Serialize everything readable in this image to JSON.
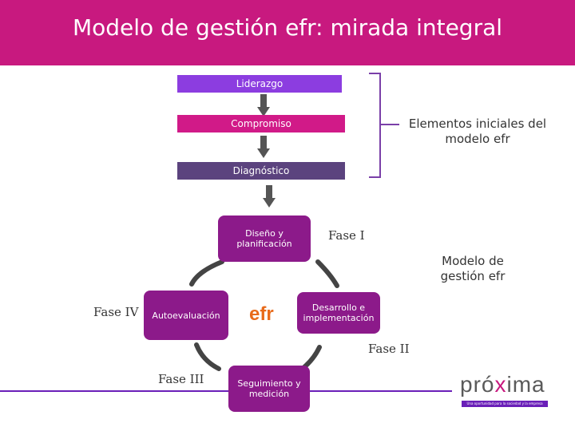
{
  "header": {
    "title": "Modelo de gestión efr: mirada integral"
  },
  "stack": [
    {
      "label": "Liderazgo",
      "color": "#8c3de0"
    },
    {
      "label": "Compromiso",
      "color": "#d11a88"
    },
    {
      "label": "Diagnóstico",
      "color": "#5b437e"
    }
  ],
  "bracket_label": "Elementos iniciales del modelo efr",
  "cycle": {
    "nodes": [
      {
        "label": "Diseño y planificación"
      },
      {
        "label": "Desarrollo e implementación"
      },
      {
        "label": "Seguimiento y medición"
      },
      {
        "label": "Autoevaluación"
      }
    ],
    "center_logo": "efr",
    "phases": [
      "Fase I",
      "Fase II",
      "Fase III",
      "Fase IV"
    ],
    "model_label": "Modelo de gestión efr",
    "node_color": "#8c1a8a",
    "logo_color": "#e86a1a"
  },
  "footer": {
    "brand_prefix": "pró",
    "brand_x": "x",
    "brand_suffix": "ima",
    "tagline": "Una oportunidad para la sociedad y la empresa",
    "line_color": "#6a1fb8",
    "accent": "#c8197f"
  }
}
